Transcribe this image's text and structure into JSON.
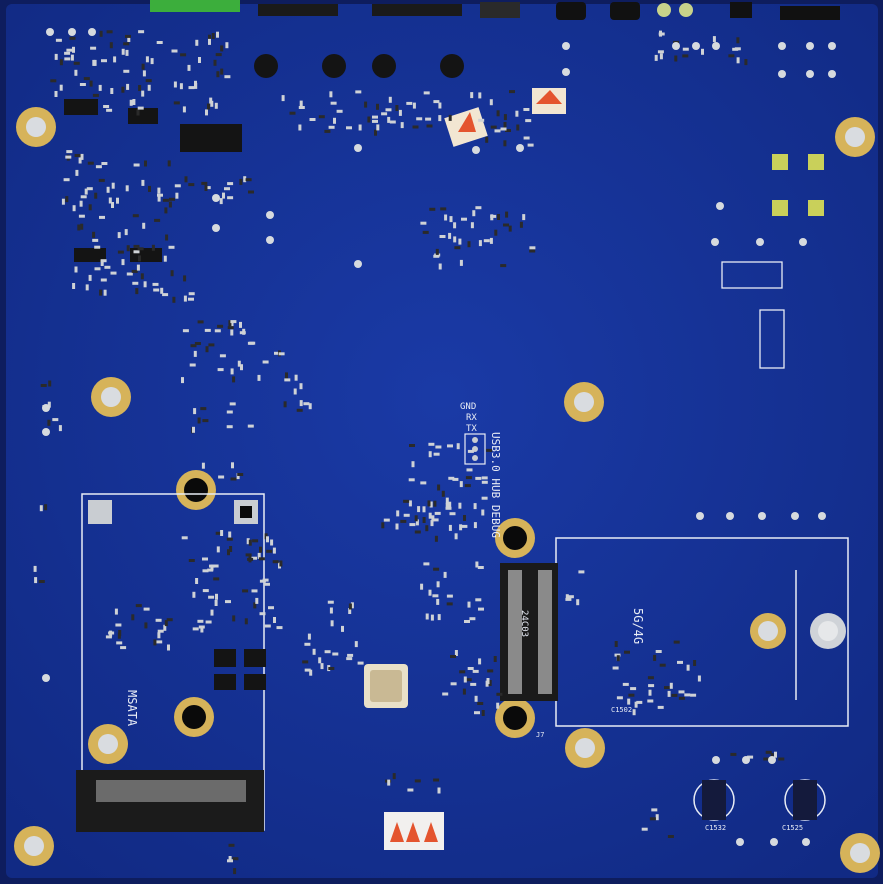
{
  "board": {
    "colors": {
      "solder_mask": "#17359a",
      "pad_gold": "#d6b35a",
      "silkscreen": "#e8ecf5",
      "pad_silver": "#c9cdd2"
    },
    "labels": {
      "usb_debug": "USB3.0 HUB DEBUG",
      "gnd": "GND",
      "rx": "RX",
      "tx": "TX",
      "msata": "MSATA",
      "cellular": "5G/4G",
      "m2_part": "24C03",
      "conn_j7": "J7",
      "ref_c1525": "C1525",
      "ref_c1532": "C1532",
      "ref_c1502": "C1502"
    },
    "icons": [
      "mounting-hole-icon",
      "arrow-sticker-icon",
      "crystal-icon",
      "test-point-icon"
    ]
  }
}
